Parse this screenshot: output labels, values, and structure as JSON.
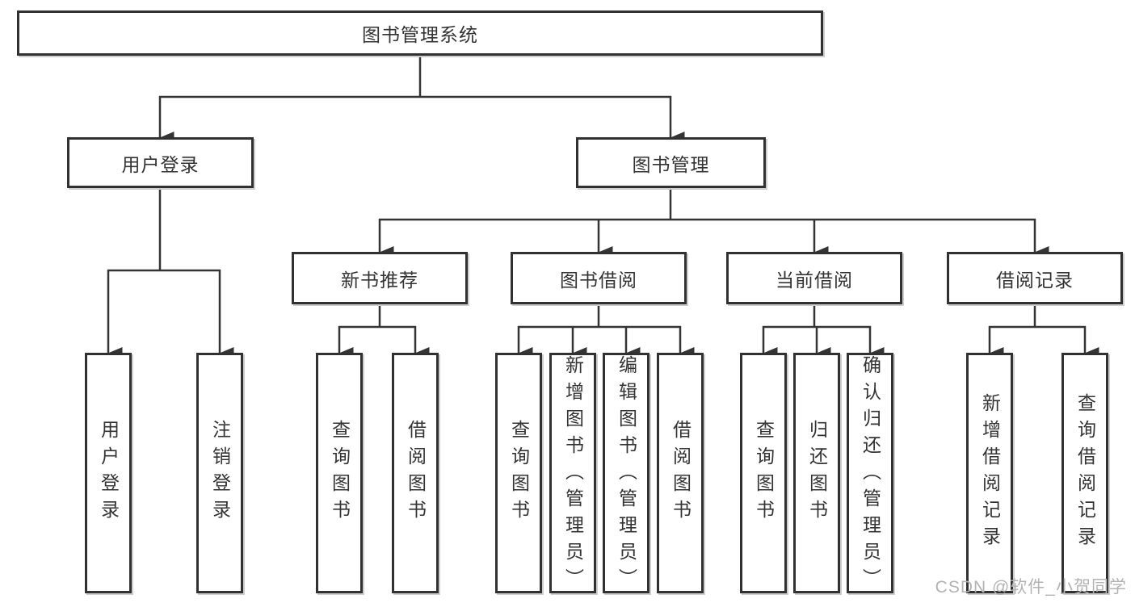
{
  "colors": {
    "line": "#363636",
    "box_border": "#313131",
    "text": "#333333",
    "watermark": "#b3b3b3",
    "background": "#ffffff"
  },
  "watermark": {
    "text": "CSDN @软件_小贺同学"
  },
  "tree": {
    "label": "图书管理系统",
    "children": [
      {
        "label": "用户登录",
        "children": [
          {
            "label": "用户登录"
          },
          {
            "label": "注销登录"
          }
        ]
      },
      {
        "label": "图书管理",
        "children": [
          {
            "label": "新书推荐",
            "children": [
              {
                "label": "查询图书"
              },
              {
                "label": "借阅图书"
              }
            ]
          },
          {
            "label": "图书借阅",
            "children": [
              {
                "label": "查询图书"
              },
              {
                "label": "新增图书（管理员）"
              },
              {
                "label": "编辑图书（管理员）"
              },
              {
                "label": "借阅图书"
              }
            ]
          },
          {
            "label": "当前借阅",
            "children": [
              {
                "label": "查询图书"
              },
              {
                "label": "归还图书"
              },
              {
                "label": "确认归还（管理员）"
              }
            ]
          },
          {
            "label": "借阅记录",
            "children": [
              {
                "label": "新增借阅记录"
              },
              {
                "label": "查询借阅记录"
              }
            ]
          }
        ]
      }
    ]
  }
}
